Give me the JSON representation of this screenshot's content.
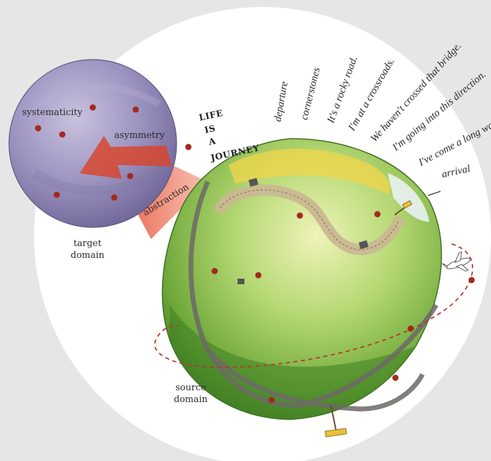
{
  "diagram": {
    "title_lines": [
      "LIFE",
      "IS",
      "A",
      "JOURNEY"
    ],
    "target_domain": {
      "line1": "target",
      "line2": "domain"
    },
    "source_domain": {
      "line1": "source",
      "line2": "domain"
    },
    "target_features": [
      "systematicity",
      "asymmetry"
    ],
    "arrow_label": "abstraction",
    "expressions": [
      "departure",
      "cornerstones",
      "It's a rocky road.",
      "I'm at a crossroads.",
      "We haven't crossed that bridge.",
      "I'm going into this direction.",
      "I've come a long way.",
      "arrival"
    ]
  },
  "colors": {
    "background": "#e6e6e6",
    "circle": "#ffffff",
    "target_sphere": "#8f86b4",
    "source_sphere": "#8dbf4a",
    "arrow": "#d9442b",
    "dots": "#a32a1c",
    "road": "#6d6a66"
  }
}
